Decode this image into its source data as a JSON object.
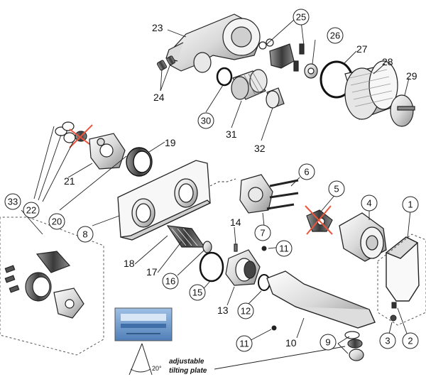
{
  "callouts": [
    {
      "id": "1",
      "style": "circle"
    },
    {
      "id": "2",
      "style": "circle"
    },
    {
      "id": "3",
      "style": "circle"
    },
    {
      "id": "4",
      "style": "circle"
    },
    {
      "id": "5",
      "style": "circle"
    },
    {
      "id": "6",
      "style": "circle"
    },
    {
      "id": "7",
      "style": "circle"
    },
    {
      "id": "8",
      "style": "circle"
    },
    {
      "id": "9",
      "style": "circle"
    },
    {
      "id": "10",
      "style": "plain"
    },
    {
      "id": "11",
      "style": "circle"
    },
    {
      "id": "11",
      "style": "circle"
    },
    {
      "id": "12",
      "style": "circle"
    },
    {
      "id": "13",
      "style": "plain"
    },
    {
      "id": "14",
      "style": "plain"
    },
    {
      "id": "15",
      "style": "circle"
    },
    {
      "id": "16",
      "style": "circle"
    },
    {
      "id": "17",
      "style": "plain"
    },
    {
      "id": "18",
      "style": "plain"
    },
    {
      "id": "19",
      "style": "plain"
    },
    {
      "id": "20",
      "style": "circle"
    },
    {
      "id": "21",
      "style": "plain"
    },
    {
      "id": "22",
      "style": "circle"
    },
    {
      "id": "23",
      "style": "plain"
    },
    {
      "id": "24",
      "style": "plain"
    },
    {
      "id": "25",
      "style": "circle"
    },
    {
      "id": "26",
      "style": "circle"
    },
    {
      "id": "27",
      "style": "plain"
    },
    {
      "id": "28",
      "style": "plain"
    },
    {
      "id": "29",
      "style": "plain"
    },
    {
      "id": "30",
      "style": "circle"
    },
    {
      "id": "31",
      "style": "plain"
    },
    {
      "id": "32",
      "style": "plain"
    },
    {
      "id": "33",
      "style": "circle"
    }
  ],
  "inset": {
    "label": "adjustable tilting plate",
    "label_line1": "adjustable",
    "label_line2": "tilting plate",
    "angle": "20°"
  },
  "colors": {
    "line": "#222222",
    "part_fill": "#f2f2f2",
    "part_shade": "#bdbdbd",
    "callout_fill": "#ffffff",
    "strike": "#e8553a",
    "inset_blue": "#6f9ccf"
  }
}
